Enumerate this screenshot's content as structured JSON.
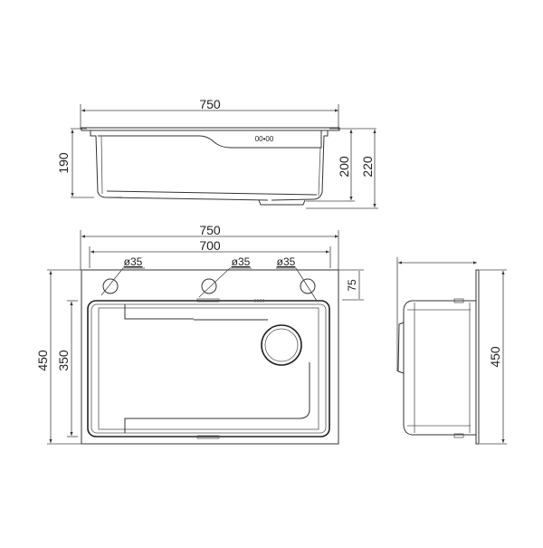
{
  "drawing": {
    "subject": "Kitchen sink dimensional drawing",
    "units": "mm",
    "top_view": {
      "width_label": "750",
      "left_height_label": "190",
      "right_inner_height_label": "200",
      "right_outer_height_label": "220",
      "control_panel_glyph": "00•00"
    },
    "plan_view": {
      "overall_width_label": "750",
      "inner_width_label": "700",
      "hole_labels": [
        "ø35",
        "ø35",
        "ø35"
      ],
      "hole_offset_label": "75",
      "overall_height_label": "450",
      "bowl_height_label": "350"
    },
    "side_view": {
      "height_label": "450"
    },
    "colors": {
      "line": "#333333",
      "background": "#ffffff"
    }
  }
}
